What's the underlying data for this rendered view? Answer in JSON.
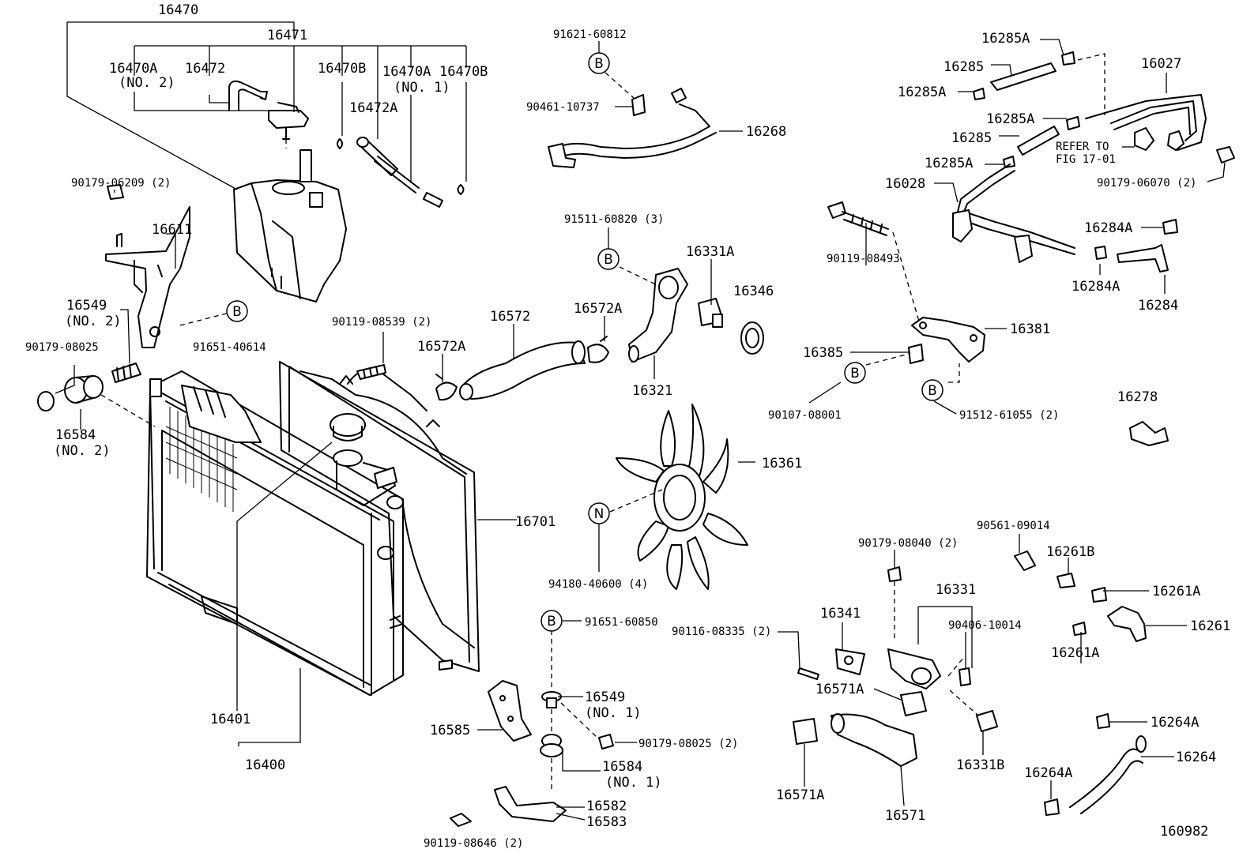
{
  "diagram": {
    "figure_number": "160982",
    "labels": [
      {
        "id": "l1",
        "text": "16470"
      },
      {
        "id": "l2",
        "text": "16471"
      },
      {
        "id": "l3",
        "text": "16470A"
      },
      {
        "id": "l4",
        "text": "(NO. 2)"
      },
      {
        "id": "l5",
        "text": "16472"
      },
      {
        "id": "l6",
        "text": "16470B"
      },
      {
        "id": "l7",
        "text": "16470A"
      },
      {
        "id": "l8",
        "text": "(NO. 1)"
      },
      {
        "id": "l9",
        "text": "16470B"
      },
      {
        "id": "l10",
        "text": "16472A"
      },
      {
        "id": "l11",
        "text": "90179-06209 (2)"
      },
      {
        "id": "l12",
        "text": "16611"
      },
      {
        "id": "l13",
        "text": "16549"
      },
      {
        "id": "l14",
        "text": "(NO. 2)"
      },
      {
        "id": "l15",
        "text": "90179-08025"
      },
      {
        "id": "l16",
        "text": "91651-40614"
      },
      {
        "id": "l17",
        "text": "16584"
      },
      {
        "id": "l18",
        "text": "(NO. 2)"
      },
      {
        "id": "l19",
        "text": "90119-08539 (2)"
      },
      {
        "id": "l20",
        "text": "16572"
      },
      {
        "id": "l21",
        "text": "16572A"
      },
      {
        "id": "l22",
        "text": "16572A"
      },
      {
        "id": "l23",
        "text": "16401"
      },
      {
        "id": "l24",
        "text": "16400"
      },
      {
        "id": "l25",
        "text": "16701"
      },
      {
        "id": "l26",
        "text": "91621-60812"
      },
      {
        "id": "l27",
        "text": "90461-10737"
      },
      {
        "id": "l28",
        "text": "16268"
      },
      {
        "id": "l29",
        "text": "91511-60820 (3)"
      },
      {
        "id": "l30",
        "text": "16331A"
      },
      {
        "id": "l31",
        "text": "16346"
      },
      {
        "id": "l32",
        "text": "16321"
      },
      {
        "id": "l33",
        "text": "16361"
      },
      {
        "id": "l34",
        "text": "94180-40600 (4)"
      },
      {
        "id": "l35",
        "text": "91651-60850"
      },
      {
        "id": "l36",
        "text": "16549"
      },
      {
        "id": "l37",
        "text": "(NO. 1)"
      },
      {
        "id": "l38",
        "text": "16585"
      },
      {
        "id": "l39",
        "text": "90179-08025 (2)"
      },
      {
        "id": "l40",
        "text": "16584"
      },
      {
        "id": "l41",
        "text": "(NO. 1)"
      },
      {
        "id": "l42",
        "text": "16582"
      },
      {
        "id": "l43",
        "text": "16583"
      },
      {
        "id": "l44",
        "text": "90119-08646 (2)"
      },
      {
        "id": "l45",
        "text": "16285A"
      },
      {
        "id": "l46",
        "text": "16285"
      },
      {
        "id": "l47",
        "text": "16285A"
      },
      {
        "id": "l48",
        "text": "16027"
      },
      {
        "id": "l49",
        "text": "16285A"
      },
      {
        "id": "l50",
        "text": "16285"
      },
      {
        "id": "l51",
        "text": "16285A"
      },
      {
        "id": "l52",
        "text": "REFER TO"
      },
      {
        "id": "l53",
        "text": "FIG 17-01"
      },
      {
        "id": "l54",
        "text": "90179-06070 (2)"
      },
      {
        "id": "l55",
        "text": "16028"
      },
      {
        "id": "l56",
        "text": "16284A"
      },
      {
        "id": "l57",
        "text": "16284A"
      },
      {
        "id": "l58",
        "text": "16284"
      },
      {
        "id": "l59",
        "text": "90119-08493"
      },
      {
        "id": "l60",
        "text": "16381"
      },
      {
        "id": "l61",
        "text": "16385"
      },
      {
        "id": "l62",
        "text": "90107-08001"
      },
      {
        "id": "l63",
        "text": "91512-61055 (2)"
      },
      {
        "id": "l64",
        "text": "16278"
      },
      {
        "id": "l65",
        "text": "90561-09014"
      },
      {
        "id": "l66",
        "text": "90179-08040 (2)"
      },
      {
        "id": "l67",
        "text": "16261B"
      },
      {
        "id": "l68",
        "text": "16331"
      },
      {
        "id": "l69",
        "text": "16261A"
      },
      {
        "id": "l70",
        "text": "16341"
      },
      {
        "id": "l71",
        "text": "90406-10014"
      },
      {
        "id": "l72",
        "text": "16261"
      },
      {
        "id": "l73",
        "text": "90116-08335 (2)"
      },
      {
        "id": "l74",
        "text": "16261A"
      },
      {
        "id": "l75",
        "text": "16571A"
      },
      {
        "id": "l76",
        "text": "16331B"
      },
      {
        "id": "l77",
        "text": "16264A"
      },
      {
        "id": "l78",
        "text": "16264"
      },
      {
        "id": "l79",
        "text": "16571A"
      },
      {
        "id": "l80",
        "text": "16264A"
      },
      {
        "id": "l81",
        "text": "16571"
      }
    ],
    "ref_markers": [
      {
        "id": "r1",
        "letter": "B"
      },
      {
        "id": "r2",
        "letter": "B"
      },
      {
        "id": "r3",
        "letter": "B"
      },
      {
        "id": "r4",
        "letter": "N"
      },
      {
        "id": "r5",
        "letter": "B"
      },
      {
        "id": "r6",
        "letter": "B"
      },
      {
        "id": "r7",
        "letter": "B"
      }
    ]
  }
}
